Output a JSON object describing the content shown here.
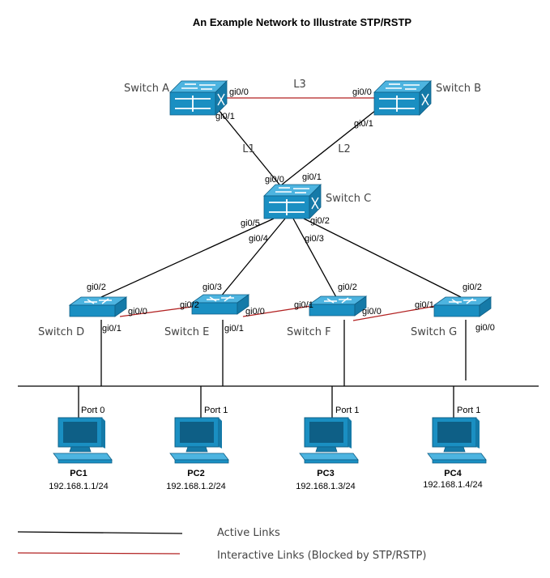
{
  "title": "An Example Network to Illustrate STP/RSTP",
  "colors": {
    "active_link": "#000000",
    "blocked_link": "#b22222",
    "device": "#1a8fc2",
    "device_dark": "#0e5f86"
  },
  "switches": {
    "a": {
      "name": "Switch A",
      "icon": "switch-icon"
    },
    "b": {
      "name": "Switch B",
      "icon": "switch-icon"
    },
    "c": {
      "name": "Switch C",
      "icon": "switch-icon"
    },
    "d": {
      "name": "Switch D",
      "icon": "switch-icon"
    },
    "e": {
      "name": "Switch E",
      "icon": "switch-icon"
    },
    "f": {
      "name": "Switch F",
      "icon": "switch-icon"
    },
    "g": {
      "name": "Switch G",
      "icon": "switch-icon"
    }
  },
  "links": {
    "l1": "L1",
    "l2": "L2",
    "l3": "L3"
  },
  "ports": {
    "a_gi00": "gi0/0",
    "a_gi01": "gi0/1",
    "b_gi00": "gi0/0",
    "b_gi01": "gi0/1",
    "c_gi00": "gi0/0",
    "c_gi01": "gi0/1",
    "c_gi05": "gi0/5",
    "c_gi02": "gi0/2",
    "c_gi04": "gi0/4",
    "c_gi03": "gi0/3",
    "d_gi02": "gi0/2",
    "d_gi00": "gi0/0",
    "d_gi01": "gi0/1",
    "e_gi03": "gi0/3",
    "e_gi02": "gi0/2",
    "e_gi00": "gi0/0",
    "e_gi01": "gi0/1",
    "f_gi02": "gi0/2",
    "f_gi01": "gi0/1",
    "f_gi00": "gi0/0",
    "g_gi02": "gi0/2",
    "g_gi01": "gi0/1",
    "g_gi00": "gi0/0"
  },
  "pcs": [
    {
      "name": "PC1",
      "ip": "192.168.1.1/24",
      "port": "Port 0",
      "icon": "pc-icon"
    },
    {
      "name": "PC2",
      "ip": "192.168.1.2/24",
      "port": "Port 1",
      "icon": "pc-icon"
    },
    {
      "name": "PC3",
      "ip": "192.168.1.3/24",
      "port": "Port 1",
      "icon": "pc-icon"
    },
    {
      "name": "PC4",
      "ip": "192.168.1.4/24",
      "port": "Port 1",
      "icon": "pc-icon"
    }
  ],
  "legend": {
    "active": "Active Links",
    "blocked": "Interactive Links (Blocked by STP/RSTP)"
  }
}
